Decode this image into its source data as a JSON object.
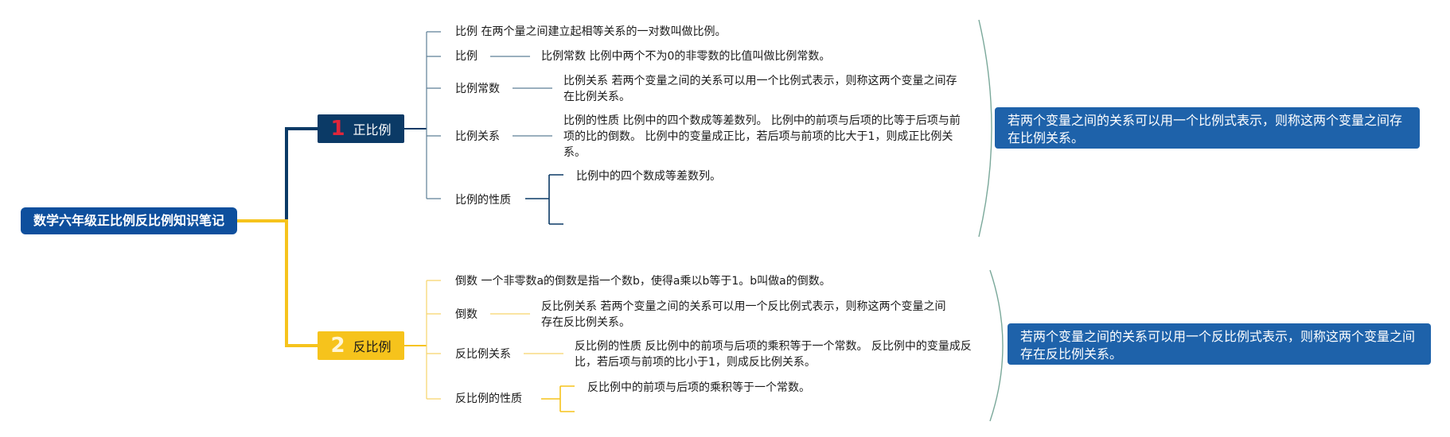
{
  "root": {
    "label": "数学六年级正比例反比例知识笔记"
  },
  "branches": [
    {
      "number": "1",
      "label": "正比例",
      "items": [
        {
          "label": "比例",
          "text": "在两个量之间建立起相等关系的一对数叫做比例。"
        },
        {
          "label": "比例",
          "child": {
            "label": "比例常数",
            "text": "比例中两个不为0的非零数的比值叫做比例常数。"
          }
        },
        {
          "label": "比例常数",
          "child": {
            "label": "比例关系",
            "text": "若两个变量之间的关系可以用一个比例式表示，则称这两个变量之间存在比例关系。"
          }
        },
        {
          "label": "比例关系",
          "child": {
            "label": "比例的性质",
            "text": "比例中的四个数成等差数列。 比例中的前项与后项的比等于后项与前项的比的倒数。 比例中的变量成正比，若后项与前项的比大于1，则成正比例关系。"
          }
        },
        {
          "label": "比例的性质",
          "children": [
            "比例中的四个数成等差数列。",
            ""
          ]
        }
      ],
      "summary": "若两个变量之间的关系可以用一个比例式表示，则称这两个变量之间存在比例关系。"
    },
    {
      "number": "2",
      "label": "反比例",
      "items": [
        {
          "label": "倒数",
          "text": "一个非零数a的倒数是指一个数b，使得a乘以b等于1。b叫做a的倒数。"
        },
        {
          "label": "倒数",
          "child": {
            "label": "反比例关系",
            "text": "若两个变量之间的关系可以用一个反比例式表示，则称这两个变量之间存在反比例关系。"
          }
        },
        {
          "label": "反比例关系",
          "child": {
            "label": "反比例的性质",
            "text": "反比例中的前项与后项的乘积等于一个常数。 反比例中的变量成反比，若后项与前项的比小于1，则成反比例关系。"
          }
        },
        {
          "label": "反比例的性质",
          "children": [
            "反比例中的前项与后项的乘积等于一个常数。",
            ""
          ]
        }
      ],
      "summary": "若两个变量之间的关系可以用一个反比例式表示，则称这两个变量之间存在反比例关系。"
    }
  ],
  "colors": {
    "root": "#0e4f9d",
    "branch1": "#0b3a66",
    "branch2": "#f6c31c",
    "summary": "#1e62aa",
    "bracket": "#7aa89a"
  }
}
